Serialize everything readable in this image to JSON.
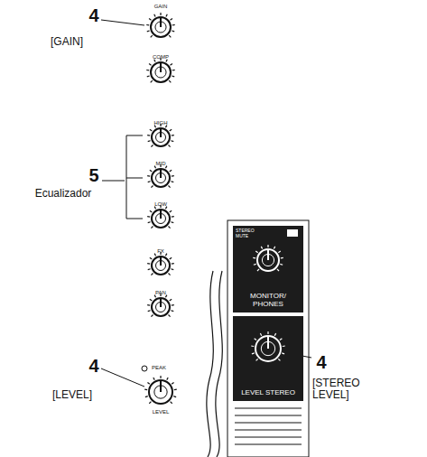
{
  "diagram": {
    "nodes": [
      {
        "text": [
          "STEREO MUTE",
          "MONITOR/ PHONES"
        ]
      },
      {
        "text": [
          "LEVEL STEREO"
        ]
      }
    ],
    "labels": [
      "4",
      "[GAIN]",
      "GAIN",
      "COMP",
      "HIGH",
      "MID",
      "LOW",
      "5",
      "Ecualizador",
      "FX",
      "PAN",
      "PEAK",
      "4",
      "[LEVEL]",
      "LEVEL",
      "4",
      "[STEREO LEVEL]"
    ]
  }
}
